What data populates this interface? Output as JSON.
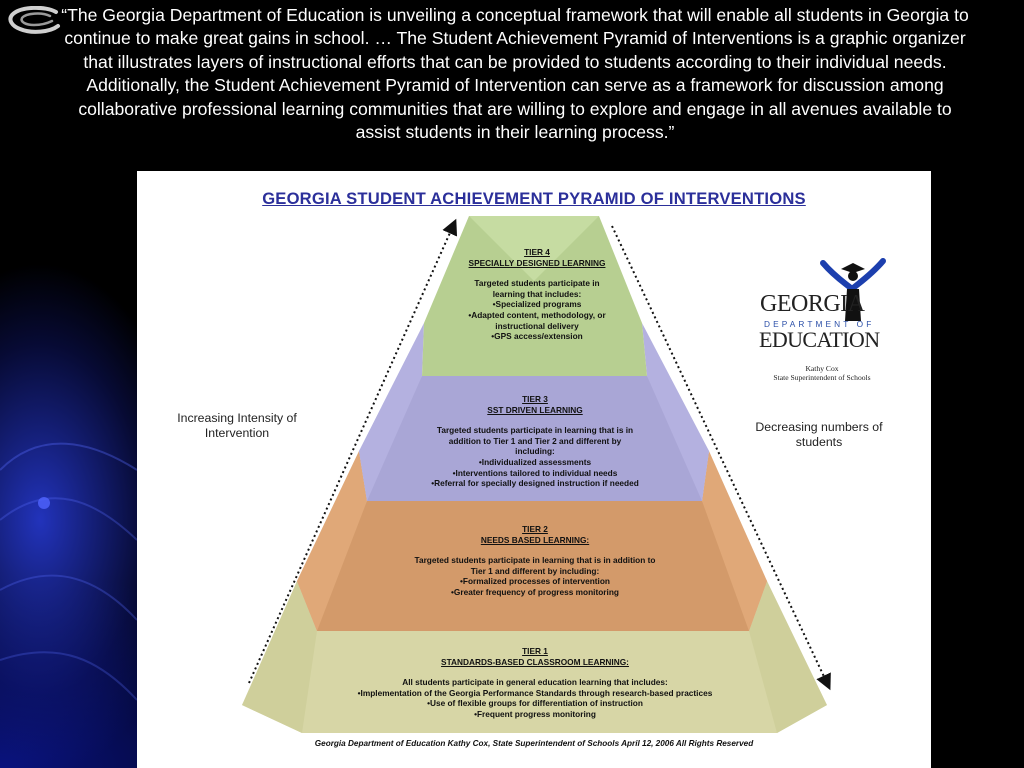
{
  "quote": "“The Georgia Department of Education is unveiling a conceptual framework that will enable all students in Georgia to continue to make great gains in school. … The Student Achievement Pyramid of Interventions is a graphic organizer that illustrates layers of instructional efforts that can be provided to students according to their individual needs. Additionally, the Student Achievement Pyramid of Intervention can serve as a framework for discussion among collaborative professional learning communities that are willing to explore and engage in all avenues available to assist students in their learning process.”",
  "diagram": {
    "title": "GEORGIA STUDENT ACHIEVEMENT PYRAMID OF INTERVENTIONS",
    "left_label": "Increasing Intensity of Intervention",
    "right_label": "Decreasing numbers of students",
    "tiers": [
      {
        "name": "TIER 4",
        "subtitle": "SPECIALLY DESIGNED LEARNING",
        "lines": [
          "Targeted students participate in",
          "learning that includes:",
          "•Specialized programs",
          "•Adapted content, methodology, or",
          "instructional delivery",
          "•GPS access/extension"
        ],
        "color": "#b7cf91"
      },
      {
        "name": "TIER 3",
        "subtitle": "SST DRIVEN LEARNING",
        "lines": [
          "Targeted students participate in learning that is in",
          "addition to Tier 1 and Tier 2 and different by",
          "including:",
          "•Individualized assessments",
          "•Interventions tailored to individual needs",
          "•Referral for specially designed instruction if needed"
        ],
        "color": "#a9a6d6"
      },
      {
        "name": "TIER 2",
        "subtitle": "NEEDS BASED LEARNING:",
        "lines": [
          "Targeted students participate in learning that is in addition to",
          "Tier 1 and different by including:",
          "•Formalized processes of intervention",
          "•Greater frequency of progress monitoring"
        ],
        "color": "#d39a6a"
      },
      {
        "name": "TIER 1",
        "subtitle": "STANDARDS-BASED CLASSROOM LEARNING:",
        "lines": [
          "All students participate in general education learning that includes:",
          "•Implementation of the Georgia Performance Standards through research-based practices",
          "•Use of flexible groups for differentiation of instruction",
          "•Frequent progress monitoring"
        ],
        "color": "#d7d6a6"
      }
    ],
    "logo": {
      "georgia": "GEORGIA",
      "department": "DEPARTMENT OF",
      "education": "EDUCATION",
      "name": "Kathy Cox",
      "role": "State Superintendent of Schools"
    },
    "footer": "Georgia Department of Education  Kathy Cox, State Superintendent of Schools  April 12, 2006  All Rights Reserved"
  },
  "colors": {
    "title": "#2b2f9a",
    "tier4": "#b7cf91",
    "tier3": "#a9a6d6",
    "tier2": "#d39a6a",
    "tier1": "#d7d6a6",
    "logo_blue": "#1c3fae"
  }
}
